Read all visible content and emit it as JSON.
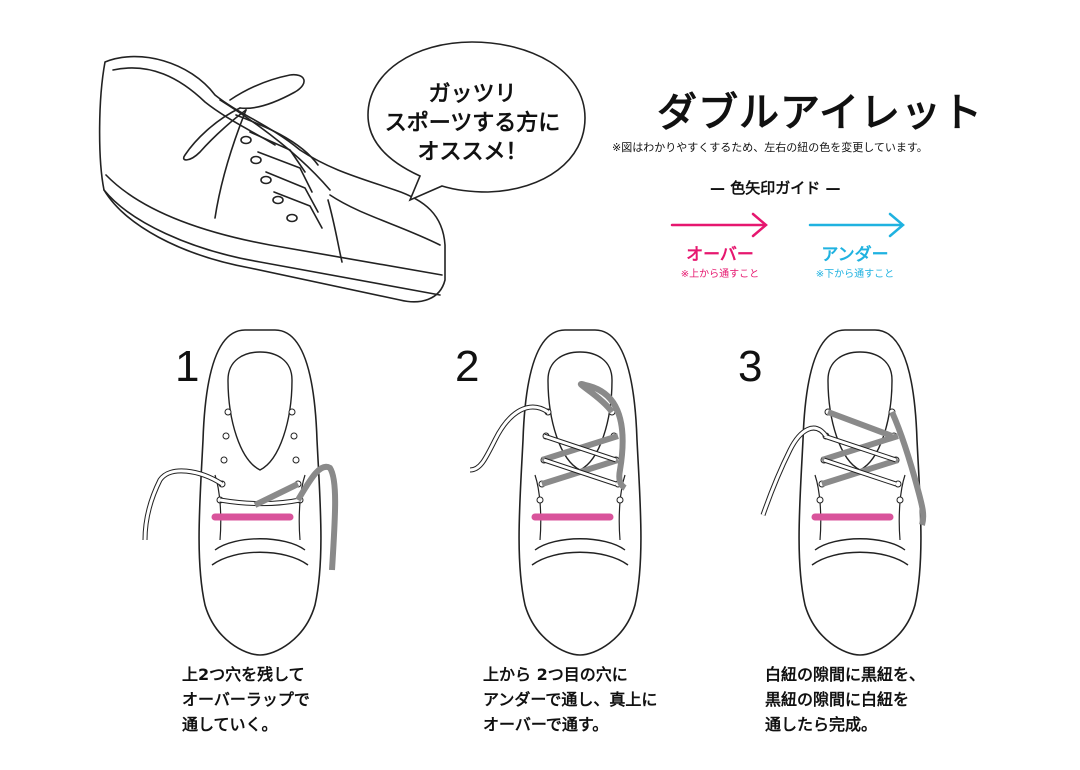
{
  "title": "ダブルアイレット",
  "note": "※図はわかりやすくするため、左右の紐の色を変更しています。",
  "speech_bubble": {
    "lines": [
      "ガッツリ",
      "スポーツする方に",
      "オススメ！"
    ]
  },
  "guide": {
    "heading": "— 色矢印ガイド —",
    "over": {
      "label": "オーバー",
      "sub": "※上から通すこと",
      "color": "#e6176f"
    },
    "under": {
      "label": "アンダー",
      "sub": "※下から通すこと",
      "color": "#1fb2e0"
    }
  },
  "steps": [
    {
      "number": "1",
      "lines": [
        "上2つ穴を残して",
        "オーバーラップで",
        "通していく。"
      ]
    },
    {
      "number": "2",
      "lines": [
        "上から 2つ目の穴に",
        "アンダーで通し、真上に",
        "オーバーで通す。"
      ]
    },
    {
      "number": "3",
      "lines": [
        "白紐の隙間に黒紐を、",
        "黒紐の隙間に白紐を",
        "通したら完成。"
      ]
    }
  ],
  "colors": {
    "lace_gray": "#8a8a8a",
    "lace_pink": "#d9539b"
  }
}
